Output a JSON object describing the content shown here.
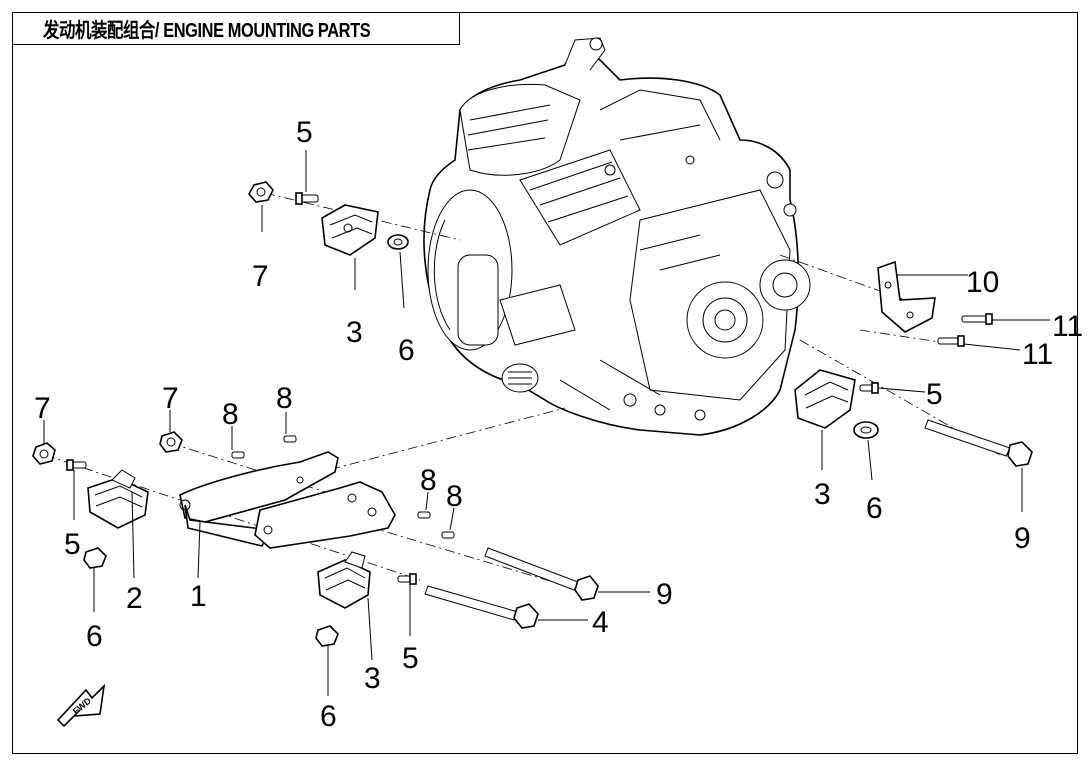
{
  "title": "发动机装配组合/ ENGINE MOUNTING PARTS",
  "fwd_label": "FWD",
  "callouts": {
    "c5_top": "5",
    "c7_top": "7",
    "c3_top": "3",
    "c6_top": "6",
    "c10": "10",
    "c11_a": "11",
    "c11_b": "11",
    "c5_right": "5",
    "c3_right": "3",
    "c6_right": "6",
    "c9_right": "9",
    "c7_left": "7",
    "c7_mid": "7",
    "c8_a": "8",
    "c8_b": "8",
    "c8_c": "8",
    "c8_d": "8",
    "c5_left": "5",
    "c2": "2",
    "c1": "1",
    "c6_left": "6",
    "c9_mid": "9",
    "c4": "4",
    "c5_bottom": "5",
    "c3_bottom": "3",
    "c6_bottom": "6"
  }
}
